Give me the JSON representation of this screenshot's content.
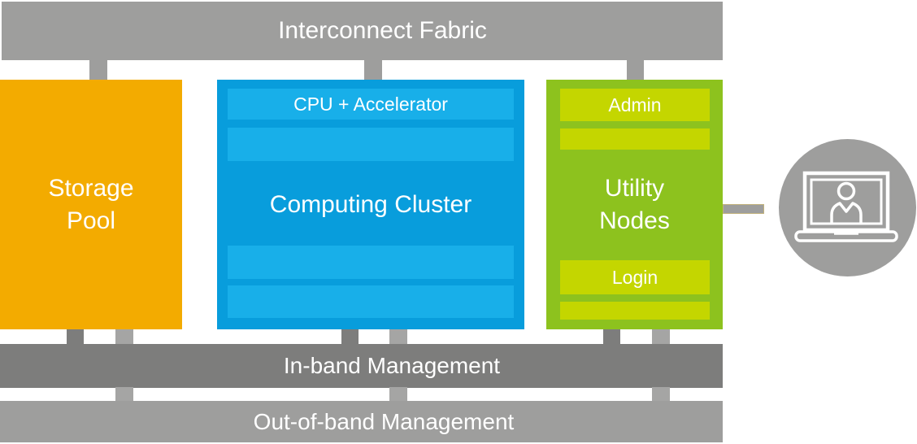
{
  "colors": {
    "gray": "#9E9E9D",
    "gray-dark": "#7D7D7C",
    "gray-light": "#A5A5A4",
    "orange": "#F3AB00",
    "blue": "#089DDC",
    "blue-light": "#18AFE9",
    "green": "#8DC21E",
    "green-light": "#C4D600",
    "tan": "#C2B27C",
    "text": "#FFFFFF"
  },
  "interconnect": {
    "label": "Interconnect Fabric"
  },
  "storage": {
    "line1": "Storage",
    "line2": "Pool"
  },
  "compute": {
    "cpu_bar_label": "CPU + Accelerator",
    "label": "Computing Cluster"
  },
  "utility": {
    "admin_label": "Admin",
    "line1": "Utility",
    "line2": "Nodes",
    "login_label": "Login"
  },
  "management": {
    "inband": "In-band Management",
    "outofband": "Out-of-band Management"
  },
  "icons": {
    "user": "laptop-user-icon"
  }
}
